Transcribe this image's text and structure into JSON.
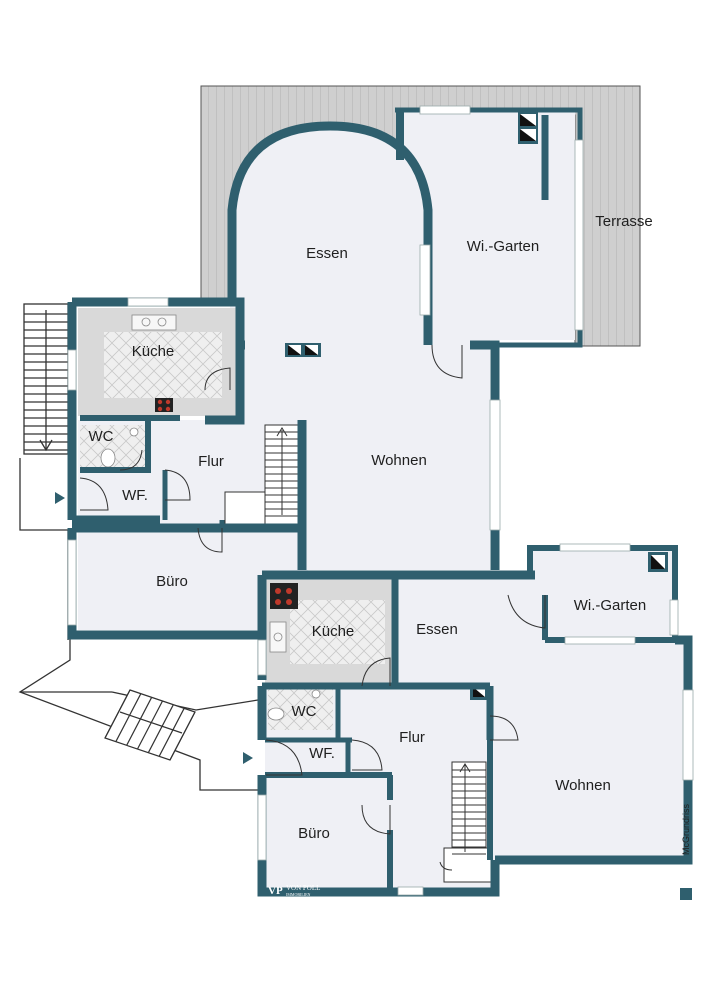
{
  "rooms": {
    "essen_top": "Essen",
    "wintergarten_top": "Wi.-Garten",
    "terrasse": "Terrasse",
    "kueche_top": "Küche",
    "wc_top": "WC",
    "flur_top": "Flur",
    "wf_top": "WF.",
    "wohnen_top": "Wohnen",
    "buero_top": "Büro",
    "kueche_bottom": "Küche",
    "essen_bottom": "Essen",
    "wintergarten_bottom": "Wi.-Garten",
    "wc_bottom": "WC",
    "flur_bottom": "Flur",
    "wf_bottom": "WF.",
    "wohnen_bottom": "Wohnen",
    "buero_bottom": "Büro"
  },
  "watermark": "McGrundriss",
  "logo": {
    "mark": "VP",
    "name": "VON POLL",
    "sub": "IMMOBILIEN"
  },
  "colors": {
    "wall": "#2f5f6e",
    "floor": "#eff0f5",
    "kitchen_floor": "#d9d9d9",
    "deck": "#c9c9c9"
  }
}
